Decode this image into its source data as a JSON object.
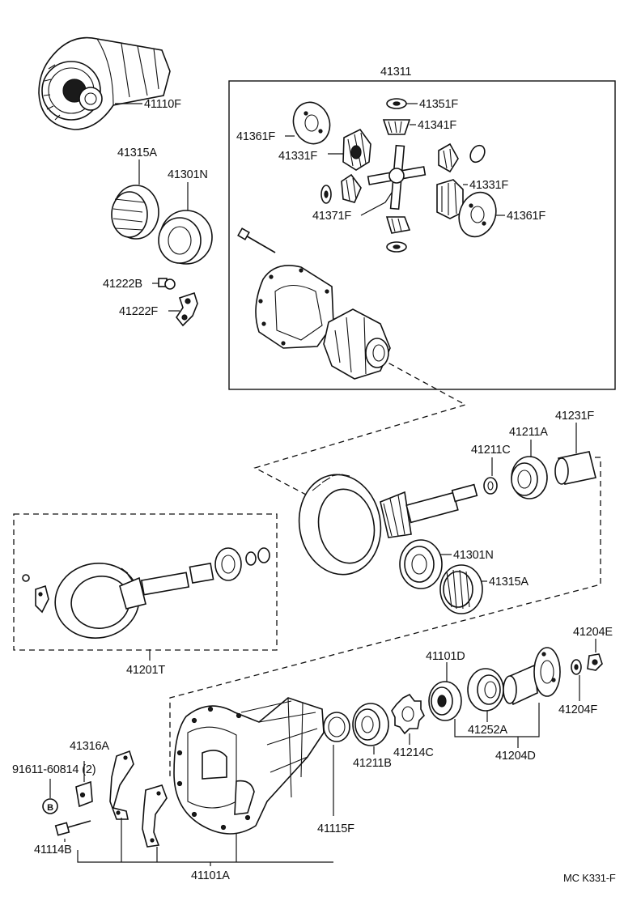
{
  "labels": {
    "p41110F": "41110F",
    "p41311": "41311",
    "p41351F": "41351F",
    "p41341F": "41341F",
    "p41361F_left": "41361F",
    "p41331F_left": "41331F",
    "p41331F_right": "41331F",
    "p41371F": "41371F",
    "p41361F_right": "41361F",
    "p41315A_top": "41315A",
    "p41301N_top": "41301N",
    "p41222B": "41222B",
    "p41222F": "41222F",
    "p41231F": "41231F",
    "p41211A": "41211A",
    "p41211C": "41211C",
    "p41301N_mid": "41301N",
    "p41315A_mid": "41315A",
    "p41201T": "41201T",
    "p41204E": "41204E",
    "p41101D": "41101D",
    "p41204F": "41204F",
    "p41316A": "41316A",
    "p91611": "91611-60814",
    "p91611_qty": "(2)",
    "p41214C": "41214C",
    "p41252A": "41252A",
    "p41211B": "41211B",
    "p41204D": "41204D",
    "p41115F": "41115F",
    "p41114B": "41114B",
    "p41101A": "41101A"
  },
  "footer": {
    "code": "MC K331-F"
  },
  "icons": {
    "bolt_marker": "B"
  }
}
